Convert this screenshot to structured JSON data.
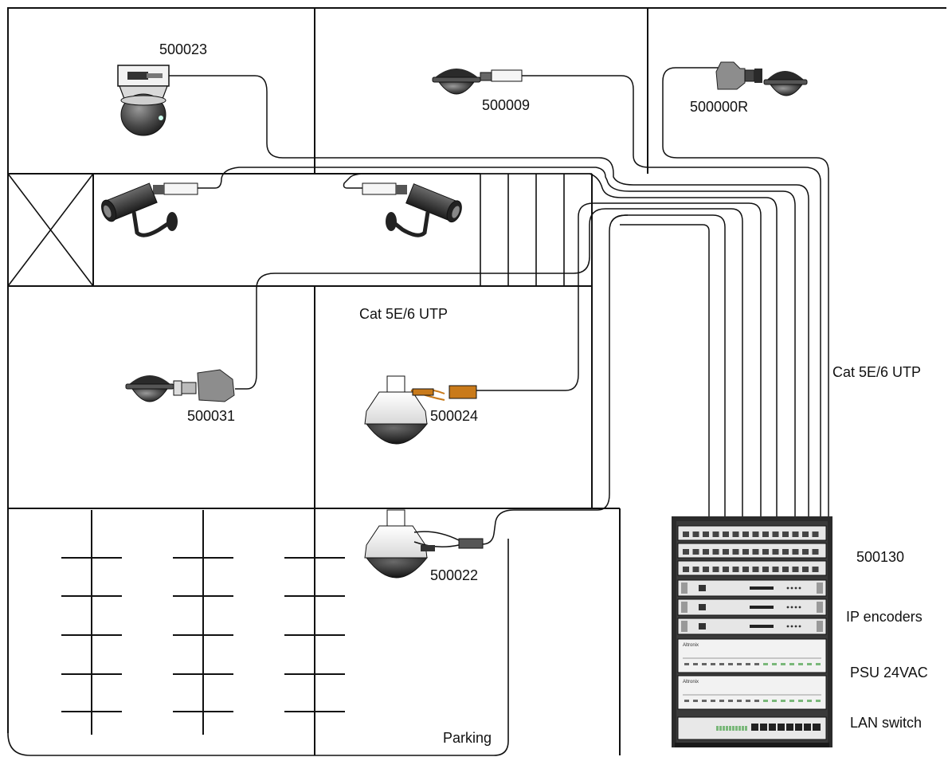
{
  "labels": {
    "cam_top_left": "500023",
    "cam_top_mid": "500009",
    "cam_top_right": "500000R",
    "cam_mid_left": "500031",
    "cam_mid_center": "500024",
    "cam_parking": "500022",
    "cable_center": "Cat 5E/6 UTP",
    "cable_right": "Cat 5E/6 UTP",
    "parking": "Parking",
    "rack_patch": "500130",
    "rack_encoders": "IP encoders",
    "rack_psu": "PSU 24VAC",
    "rack_switch": "LAN switch",
    "psu_brand": "Altronix"
  },
  "colors": {
    "line": "#111111",
    "camera_dark": "#333333",
    "camera_gray": "#8a8a8a",
    "dome_bubble": "#3a3a3a",
    "rack_frame": "#2b2b2b",
    "rack_panel": "#e6e6e6",
    "balun_orange": "#c97a1a"
  }
}
